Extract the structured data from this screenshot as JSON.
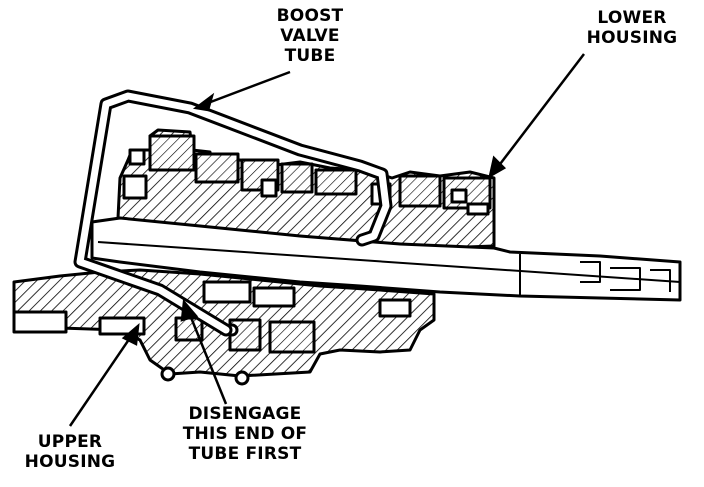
{
  "callouts": {
    "boost_valve_tube": [
      "BOOST",
      "VALVE",
      "TUBE"
    ],
    "lower_housing": [
      "LOWER",
      "HOUSING"
    ],
    "upper_housing": [
      "UPPER",
      "HOUSING"
    ],
    "disengage": [
      "DISENGAGE",
      "THIS END OF",
      "TUBE FIRST"
    ]
  },
  "colors": {
    "ink": "#000000",
    "paper": "#ffffff"
  }
}
